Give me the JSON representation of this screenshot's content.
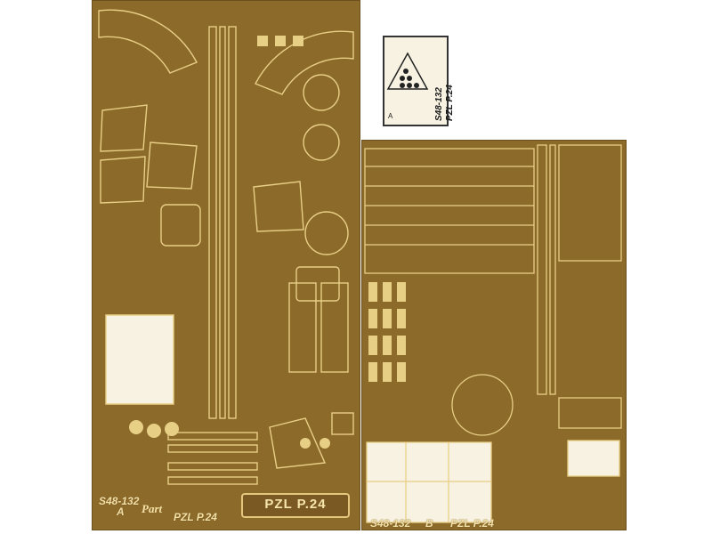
{
  "fret_a": {
    "code": "S48-132",
    "letter": "A",
    "brand": "Part",
    "title": "PZL P.24",
    "nameplate": "PZL P.24"
  },
  "fret_b": {
    "code": "S48-132",
    "letter": "B",
    "title": "PZL P.24"
  },
  "fret_c": {
    "code": "S48-132",
    "title": "PZL P.24",
    "letter": "A"
  },
  "colors": {
    "brass": "#8c6a2a",
    "brass_highlight": "#e4c77c",
    "background": "#ffffff"
  }
}
